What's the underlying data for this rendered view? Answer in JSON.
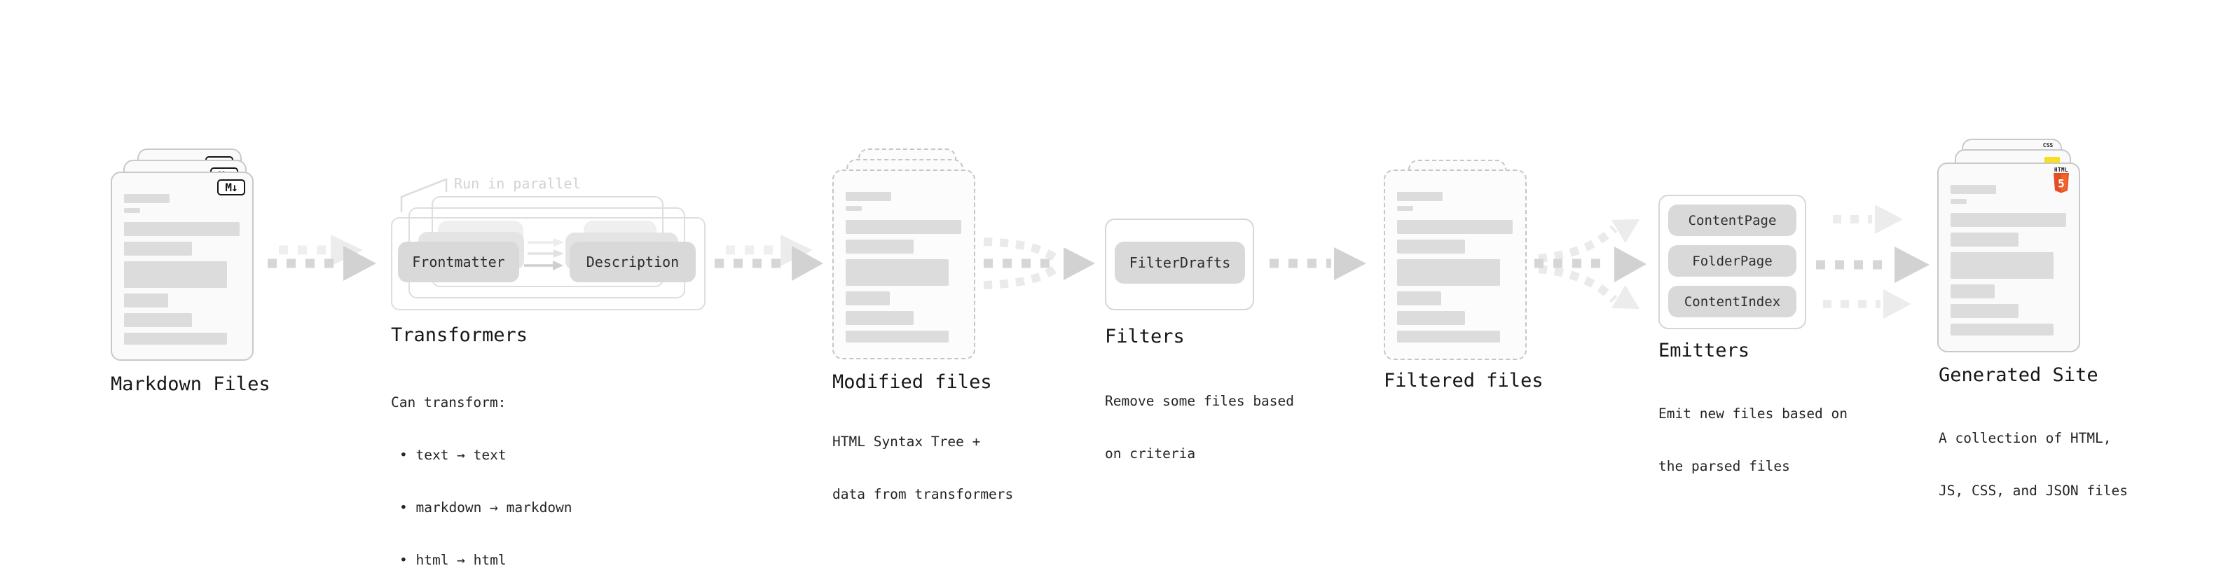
{
  "stations": {
    "markdown": {
      "label": "Markdown Files",
      "badge": "M↓"
    },
    "transformers": {
      "label": "Transformers",
      "note": "Run in parallel",
      "pills": [
        "Frontmatter",
        "Description"
      ],
      "desc_heading": "Can transform:",
      "bullets": [
        "• text → text",
        "• markdown → markdown",
        "• html → html"
      ]
    },
    "modified": {
      "label": "Modified files",
      "desc": [
        "HTML Syntax Tree +",
        "data from transformers"
      ]
    },
    "filters": {
      "label": "Filters",
      "pills": [
        "FilterDrafts"
      ],
      "desc": [
        "Remove some files based",
        "on criteria"
      ]
    },
    "filtered": {
      "label": "Filtered files"
    },
    "emitters": {
      "label": "Emitters",
      "pills": [
        "ContentPage",
        "FolderPage",
        "ContentIndex"
      ],
      "desc": [
        "Emit new files based on",
        "the parsed files"
      ]
    },
    "generated": {
      "label": "Generated Site",
      "desc": [
        "A collection of HTML,",
        "JS, CSS, and JSON files"
      ],
      "badges": {
        "css": "CSS",
        "html_word": "HTML",
        "html_number": "5"
      }
    }
  },
  "colors": {
    "html5_left": "#E44D26",
    "html5_right": "#F16529",
    "js_yellow": "#F7DF1E",
    "css_blue": "#2965F1"
  }
}
